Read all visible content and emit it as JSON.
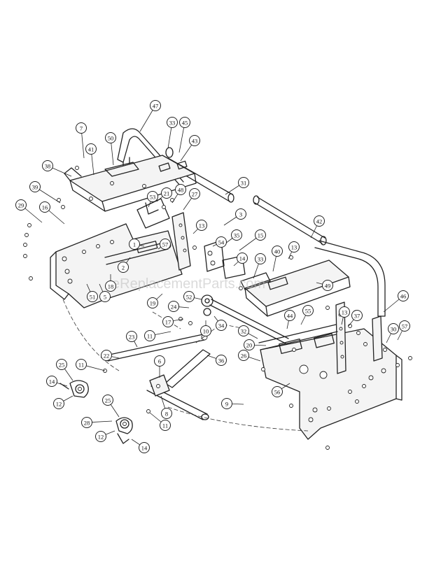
{
  "watermark": "eReplacementParts.com",
  "callouts": [
    {
      "id": "c1",
      "label": "1"
    },
    {
      "id": "c2",
      "label": "2"
    },
    {
      "id": "c3",
      "label": "3"
    },
    {
      "id": "c5",
      "label": "5"
    },
    {
      "id": "c6",
      "label": "6"
    },
    {
      "id": "c7",
      "label": "7"
    },
    {
      "id": "c8",
      "label": "8"
    },
    {
      "id": "c9",
      "label": "9"
    },
    {
      "id": "c10",
      "label": "10"
    },
    {
      "id": "c11a",
      "label": "11"
    },
    {
      "id": "c11b",
      "label": "11"
    },
    {
      "id": "c11c",
      "label": "11"
    },
    {
      "id": "c12a",
      "label": "12"
    },
    {
      "id": "c12b",
      "label": "12"
    },
    {
      "id": "c13a",
      "label": "13"
    },
    {
      "id": "c13b",
      "label": "13"
    },
    {
      "id": "c13c",
      "label": "13"
    },
    {
      "id": "c14a",
      "label": "14"
    },
    {
      "id": "c14b",
      "label": "14"
    },
    {
      "id": "c14c",
      "label": "14"
    },
    {
      "id": "c15",
      "label": "15"
    },
    {
      "id": "c16",
      "label": "16"
    },
    {
      "id": "c17",
      "label": "17"
    },
    {
      "id": "c18",
      "label": "18"
    },
    {
      "id": "c19",
      "label": "19"
    },
    {
      "id": "c20",
      "label": "20"
    },
    {
      "id": "c21",
      "label": "21"
    },
    {
      "id": "c22",
      "label": "22"
    },
    {
      "id": "c23",
      "label": "23"
    },
    {
      "id": "c24",
      "label": "24"
    },
    {
      "id": "c25a",
      "label": "25"
    },
    {
      "id": "c25b",
      "label": "25"
    },
    {
      "id": "c26",
      "label": "26"
    },
    {
      "id": "c27",
      "label": "27"
    },
    {
      "id": "c28",
      "label": "28"
    },
    {
      "id": "c29",
      "label": "29"
    },
    {
      "id": "c30",
      "label": "30"
    },
    {
      "id": "c31",
      "label": "31"
    },
    {
      "id": "c32",
      "label": "32"
    },
    {
      "id": "c33a",
      "label": "33"
    },
    {
      "id": "c33b",
      "label": "33"
    },
    {
      "id": "c34",
      "label": "34"
    },
    {
      "id": "c35",
      "label": "35"
    },
    {
      "id": "c36",
      "label": "36"
    },
    {
      "id": "c37",
      "label": "37"
    },
    {
      "id": "c38",
      "label": "38"
    },
    {
      "id": "c39",
      "label": "39"
    },
    {
      "id": "c40",
      "label": "40"
    },
    {
      "id": "c41",
      "label": "41"
    },
    {
      "id": "c42",
      "label": "42"
    },
    {
      "id": "c43",
      "label": "43"
    },
    {
      "id": "c44",
      "label": "44"
    },
    {
      "id": "c45",
      "label": "45"
    },
    {
      "id": "c46",
      "label": "46"
    },
    {
      "id": "c47",
      "label": "47"
    },
    {
      "id": "c48",
      "label": "48"
    },
    {
      "id": "c49",
      "label": "49"
    },
    {
      "id": "c50",
      "label": "50"
    },
    {
      "id": "c51",
      "label": "51"
    },
    {
      "id": "c52",
      "label": "52"
    },
    {
      "id": "c53",
      "label": "53"
    },
    {
      "id": "c54",
      "label": "54"
    },
    {
      "id": "c55",
      "label": "55"
    },
    {
      "id": "c56",
      "label": "56"
    },
    {
      "id": "c57a",
      "label": "57"
    },
    {
      "id": "c57b",
      "label": "57"
    }
  ]
}
